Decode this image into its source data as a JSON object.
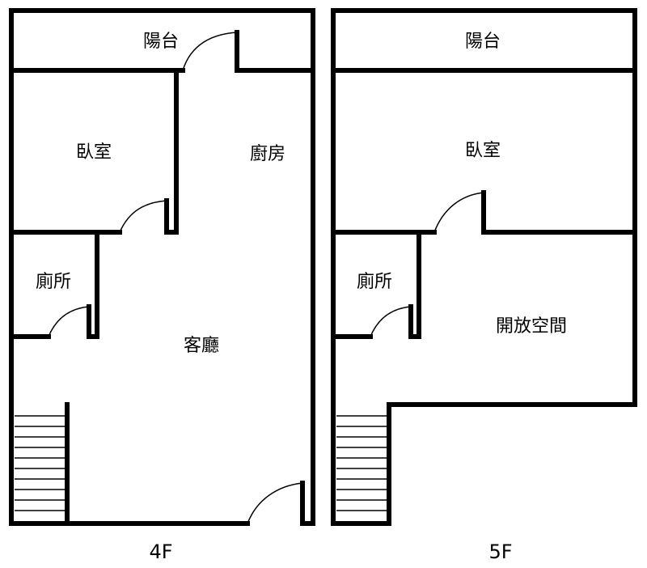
{
  "floors": [
    {
      "label": "4F",
      "rooms": {
        "balcony": "陽台",
        "bedroom": "臥室",
        "kitchen": "廚房",
        "toilet": "廁所",
        "living": "客廳"
      }
    },
    {
      "label": "5F",
      "rooms": {
        "balcony": "陽台",
        "bedroom": "臥室",
        "toilet": "廁所",
        "open_space": "開放空間"
      }
    }
  ]
}
